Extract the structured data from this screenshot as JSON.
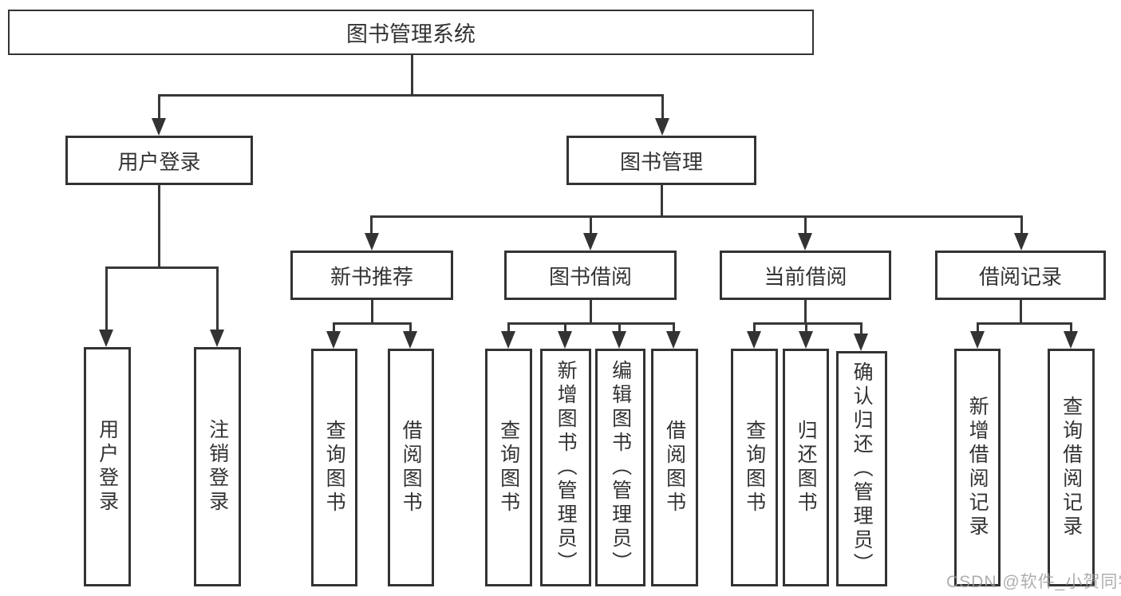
{
  "diagram": {
    "root": {
      "label": "图书管理系统"
    },
    "level2": [
      {
        "id": "user-login",
        "label": "用户登录"
      },
      {
        "id": "book-management",
        "label": "图书管理"
      }
    ],
    "level3": [
      {
        "id": "new-book-recommend",
        "label": "新书推荐",
        "parent": "book-management"
      },
      {
        "id": "book-borrow",
        "label": "图书借阅",
        "parent": "book-management"
      },
      {
        "id": "current-borrow",
        "label": "当前借阅",
        "parent": "book-management"
      },
      {
        "id": "borrow-record",
        "label": "借阅记录",
        "parent": "book-management"
      }
    ],
    "leaves": [
      {
        "parent": "user-login",
        "label": "用户登录"
      },
      {
        "parent": "user-login",
        "label": "注销登录"
      },
      {
        "parent": "new-book-recommend",
        "label": "查询图书"
      },
      {
        "parent": "new-book-recommend",
        "label": "借阅图书"
      },
      {
        "parent": "book-borrow",
        "label": "查询图书"
      },
      {
        "parent": "book-borrow",
        "label": "新增图书（管理员）"
      },
      {
        "parent": "book-borrow",
        "label": "编辑图书（管理员）"
      },
      {
        "parent": "book-borrow",
        "label": "借阅图书"
      },
      {
        "parent": "current-borrow",
        "label": "查询图书"
      },
      {
        "parent": "current-borrow",
        "label": "归还图书"
      },
      {
        "parent": "current-borrow",
        "label": "确认归还（管理员）"
      },
      {
        "parent": "borrow-record",
        "label": "新增借阅记录"
      },
      {
        "parent": "borrow-record",
        "label": "查询借阅记录"
      }
    ],
    "colors": {
      "line": "#333333",
      "text": "#333333",
      "background": "#ffffff",
      "watermark": "#9b9b9b"
    }
  },
  "watermark": {
    "text": "CSDN @软件_小贺同学"
  }
}
